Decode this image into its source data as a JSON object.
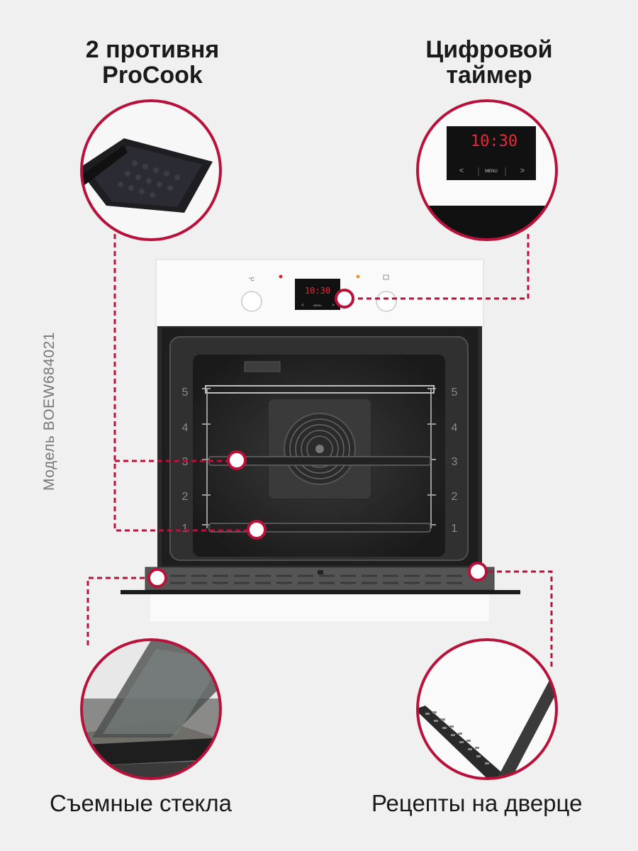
{
  "features": {
    "trays": {
      "line1": "2 противня",
      "line2": "ProCook"
    },
    "timer": {
      "line1": "Цифровой",
      "line2": "таймер"
    },
    "glass": {
      "label": "Съемные стекла"
    },
    "recipes": {
      "label": "Рецепты на дверце"
    }
  },
  "model_label": "Модель BOEW684021",
  "display": {
    "time": "10:30",
    "menu": "MENU",
    "left": "<",
    "right": ">"
  },
  "control_panel": {
    "temp_symbol": "°C"
  },
  "rack_levels": [
    "5",
    "4",
    "3",
    "2",
    "1"
  ],
  "colors": {
    "accent": "#b8123a",
    "display_red": "#e8283a",
    "indicator_red": "#d9252a",
    "indicator_orange": "#e59a20"
  }
}
